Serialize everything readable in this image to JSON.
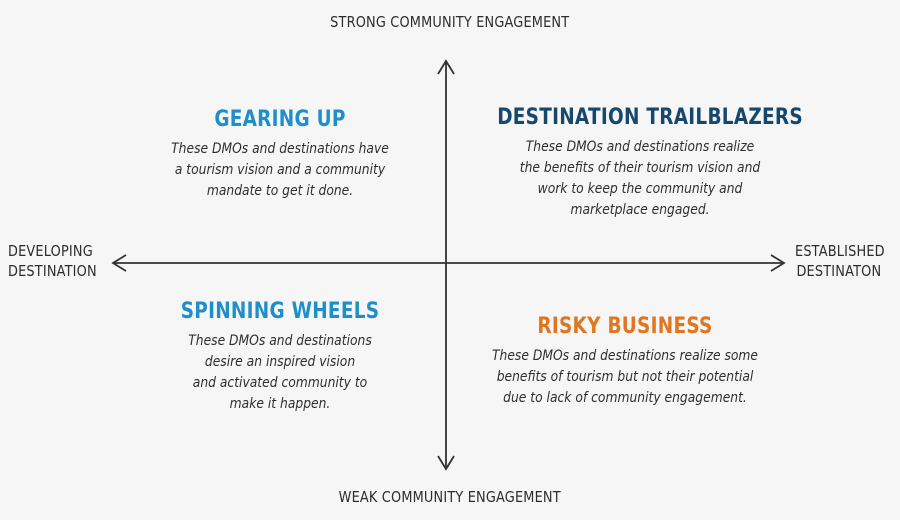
{
  "axes": {
    "top": "STRONG COMMUNITY ENGAGEMENT",
    "bottom": "WEAK COMMUNITY ENGAGEMENT",
    "left": [
      "DEVELOPING",
      "DESTINATION"
    ],
    "right": [
      "ESTABLISHED",
      "DESTINATON"
    ]
  },
  "quadrants": {
    "top_left": {
      "title": "GEARING UP",
      "lines": [
        "These DMOs and destinations have",
        "a tourism vision and a community",
        "mandate to get it done."
      ],
      "color": "#1f8fc9"
    },
    "top_right": {
      "title": "DESTINATION TRAILBLAZERS",
      "lines": [
        "These DMOs and destinations realize",
        "the benefits of their tourism vision and",
        "work to keep the community and",
        "marketplace engaged."
      ],
      "color": "#16486e"
    },
    "bottom_left": {
      "title": "SPINNING WHEELS",
      "lines": [
        "These DMOs and destinations",
        "desire an inspired vision",
        "and activated community to",
        "make it happen."
      ],
      "color": "#1f8fc9"
    },
    "bottom_right": {
      "title": "RISKY BUSINESS",
      "lines": [
        "These DMOs and destinations realize some",
        "benefits of tourism but not their potential",
        "due  to lack of community engagement."
      ],
      "color": "#e07620"
    }
  }
}
